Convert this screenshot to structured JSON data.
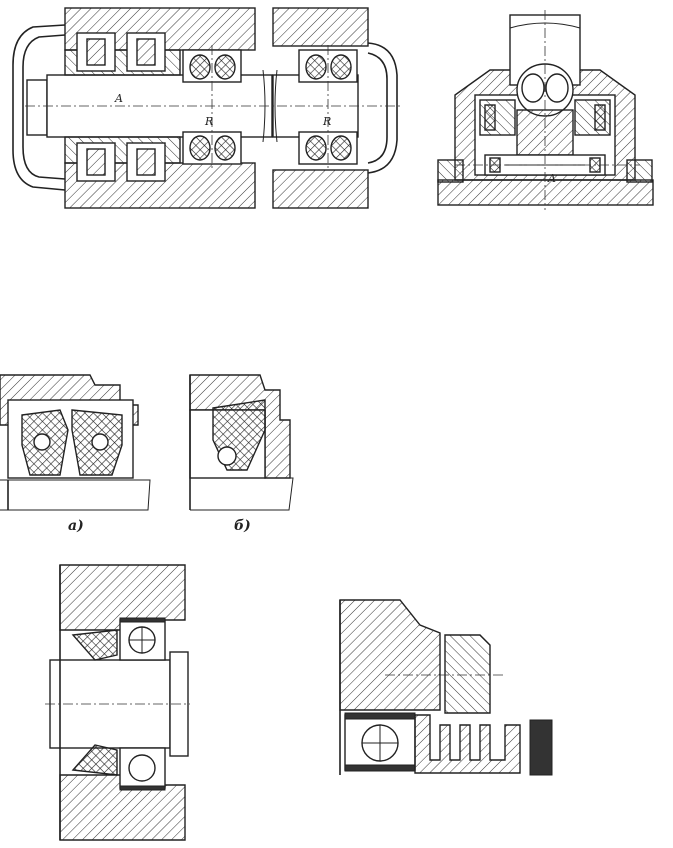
{
  "figures": {
    "top_left": {
      "labels": [
        "A",
        "R",
        "R"
      ]
    },
    "top_right": {
      "labels": [
        "A"
      ]
    },
    "seal_a": {
      "caption": "a)"
    },
    "seal_b": {
      "caption": "б)"
    }
  }
}
